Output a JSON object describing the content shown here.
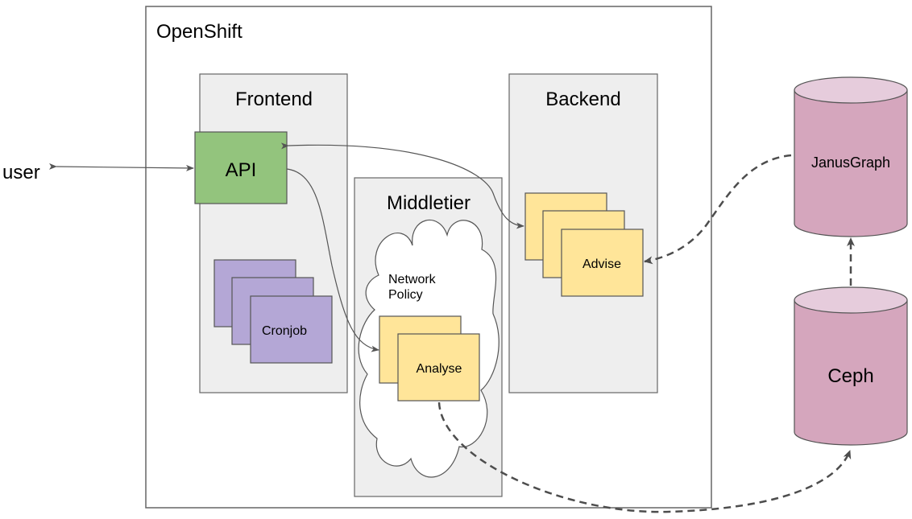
{
  "openshift": {
    "label": "OpenShift"
  },
  "user": {
    "label": "user"
  },
  "frontend": {
    "title": "Frontend"
  },
  "backend": {
    "title": "Backend"
  },
  "middletier": {
    "title": "Middletier"
  },
  "api": {
    "label": "API"
  },
  "cronjob": {
    "label": "Cronjob"
  },
  "network_policy": {
    "line1": "Network",
    "line2": "Policy"
  },
  "analyse": {
    "label": "Analyse"
  },
  "advise": {
    "label": "Advise"
  },
  "janusgraph": {
    "label": "JanusGraph"
  },
  "ceph": {
    "label": "Ceph"
  },
  "colors": {
    "api": "#93c47d",
    "cronjob": "#b4a7d6",
    "pod": "#ffe599",
    "database": "#d5a6bd",
    "database_top": "#e6ccdc",
    "container": "#eeeeee"
  }
}
